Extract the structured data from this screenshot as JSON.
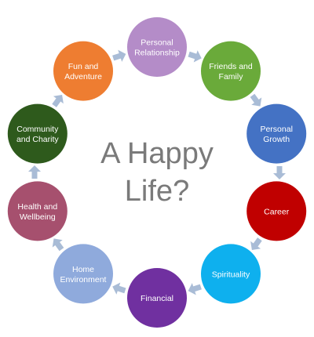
{
  "center_title": {
    "line1": "A Happy",
    "line2": "Life?"
  },
  "arrow_color": "#a9bcd6",
  "nodes": [
    {
      "lines": [
        "Personal",
        "Relationship"
      ],
      "color": "#b48cc8"
    },
    {
      "lines": [
        "Friends and",
        "Family"
      ],
      "color": "#6aaa3a"
    },
    {
      "lines": [
        "Personal",
        "Growth"
      ],
      "color": "#4472c4"
    },
    {
      "lines": [
        "Career"
      ],
      "color": "#c00000"
    },
    {
      "lines": [
        "Spirituality"
      ],
      "color": "#0eb0ee"
    },
    {
      "lines": [
        "Financial"
      ],
      "color": "#7030a0"
    },
    {
      "lines": [
        "Home",
        "Environment"
      ],
      "color": "#8faadc"
    },
    {
      "lines": [
        "Health and",
        "Wellbeing"
      ],
      "color": "#a6506e"
    },
    {
      "lines": [
        "Community",
        "and Charity"
      ],
      "color": "#2e5a1c"
    },
    {
      "lines": [
        "Fun and",
        "Adventure"
      ],
      "color": "#ee7d31"
    }
  ]
}
